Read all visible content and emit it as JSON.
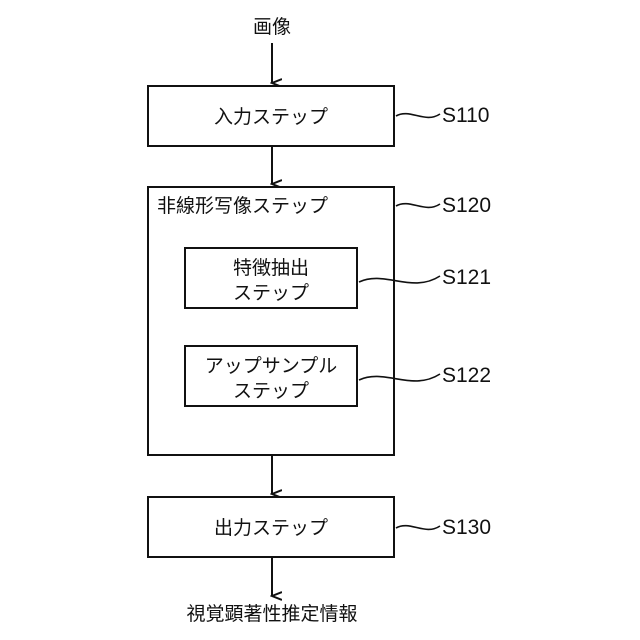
{
  "input_label": "画像",
  "output_label": "視覚顕著性推定情報",
  "steps": {
    "s110": {
      "label": "入力ステップ",
      "ref": "S110"
    },
    "s120": {
      "label": "非線形写像ステップ",
      "ref": "S120"
    },
    "s121": {
      "line1": "特徴抽出",
      "line2": "ステップ",
      "ref": "S121"
    },
    "s122": {
      "line1": "アップサンプル",
      "line2": "ステップ",
      "ref": "S122"
    },
    "s130": {
      "label": "出力ステップ",
      "ref": "S130"
    }
  },
  "colors": {
    "stroke": "#111111",
    "background": "#ffffff"
  }
}
